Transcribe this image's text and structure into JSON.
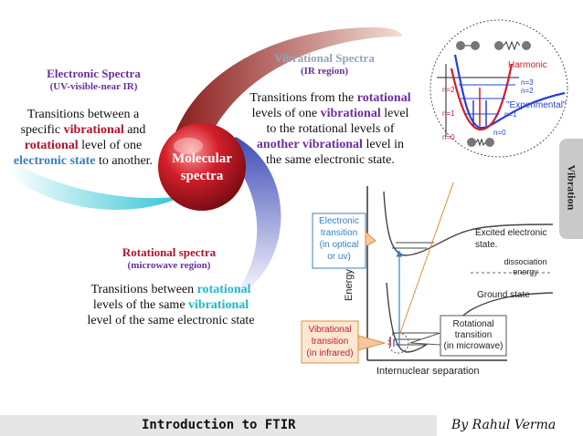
{
  "electronic": {
    "title": "Electronic Spectra",
    "subtitle": "(UV-visible-near IR)",
    "line1": "Transitions between a",
    "line2a": "specific ",
    "line2b": "vibrational",
    "line2c": " and",
    "line3a": "rotational",
    "line3b": " level of one",
    "line4a": "electronic state",
    "line4b": " to another."
  },
  "vibrational": {
    "title": "Vibrational Spectra",
    "subtitle": "(IR region)",
    "line1a": "Transitions from the ",
    "line1b": "rotational",
    "line2a": "levels of one ",
    "line2b": "vibrational",
    "line2c": " level",
    "line3": "to the rotational levels of",
    "line4a": "another vibrational",
    "line4b": " level in",
    "line5": "the same electronic state."
  },
  "rotational": {
    "title": "Rotational spectra",
    "subtitle": "(microwave region)",
    "line1a": "Transitions between ",
    "line1b": "rotational",
    "line2a": "levels of the same ",
    "line2b": "vibrational",
    "line3": "level of the same electronic state"
  },
  "center": {
    "line1": "Molecular",
    "line2": "spectra"
  },
  "energy_diagram": {
    "electronic_transition": [
      "Electronic",
      "transition",
      "(in optical",
      "or uv)"
    ],
    "excited_state": [
      "Excited electronic",
      "state."
    ],
    "dissociation": [
      "dissociation",
      "energy"
    ],
    "ground_state": "Ground state",
    "vibrational_transition": [
      "Vibrational",
      "transition",
      "(in infrared)"
    ],
    "rotational_transition": [
      "Rotational",
      "transition",
      "(in microwave)"
    ],
    "y_axis": "Energy",
    "x_axis": "Internuclear separation"
  },
  "harmonic_inset": {
    "harmonic": "Harmonic",
    "experimental": "\"Experimental\"",
    "levels_left": [
      "n=2",
      "n=1",
      "n=0"
    ],
    "levels_right": [
      "n=3",
      "n=2",
      "n=1",
      "n=0"
    ]
  },
  "side_tab": "Vibration",
  "footer": {
    "left": "Introduction to FTIR",
    "right": "By Rahul Verma"
  },
  "colors": {
    "red": "#b3122b",
    "blue": "#3a7fc0",
    "cyan": "#23b8c9",
    "purple": "#6b2fa0"
  }
}
